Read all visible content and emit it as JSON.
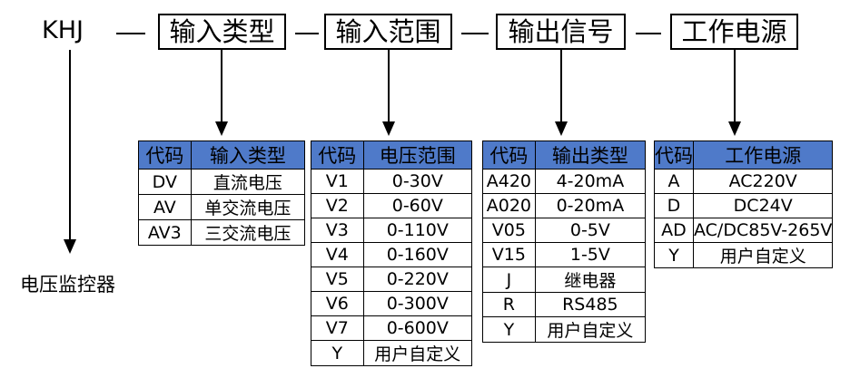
{
  "model_prefix": "KHJ",
  "sections": [
    {
      "label": "输入类型"
    },
    {
      "label": "输入范围"
    },
    {
      "label": "输出信号"
    },
    {
      "label": "工作电源"
    }
  ],
  "device_label": "电压监控器",
  "header_fill_color": "#4f7ac9",
  "tables": {
    "input_type": {
      "headers": [
        "代码",
        "输入类型"
      ],
      "rows": [
        [
          "DV",
          "直流电压"
        ],
        [
          "AV",
          "单交流电压"
        ],
        [
          "AV3",
          "三交流电压"
        ]
      ]
    },
    "input_range": {
      "headers": [
        "代码",
        "电压范围"
      ],
      "rows": [
        [
          "V1",
          "0-30V"
        ],
        [
          "V2",
          "0-60V"
        ],
        [
          "V3",
          "0-110V"
        ],
        [
          "V4",
          "0-160V"
        ],
        [
          "V5",
          "0-220V"
        ],
        [
          "V6",
          "0-300V"
        ],
        [
          "V7",
          "0-600V"
        ],
        [
          "Y",
          "用户自定义"
        ]
      ]
    },
    "output_type": {
      "headers": [
        "代码",
        "输出类型"
      ],
      "rows": [
        [
          "A420",
          "4-20mA"
        ],
        [
          "A020",
          "0-20mA"
        ],
        [
          "V05",
          "0-5V"
        ],
        [
          "V15",
          "1-5V"
        ],
        [
          "J",
          "继电器"
        ],
        [
          "R",
          "RS485"
        ],
        [
          "Y",
          "用户自定义"
        ]
      ]
    },
    "power": {
      "headers": [
        "代码",
        "工作电源"
      ],
      "rows": [
        [
          "A",
          "AC220V"
        ],
        [
          "D",
          "DC24V"
        ],
        [
          "AD",
          "AC/DC85V-265V"
        ],
        [
          "Y",
          "用户自定义"
        ]
      ]
    }
  }
}
